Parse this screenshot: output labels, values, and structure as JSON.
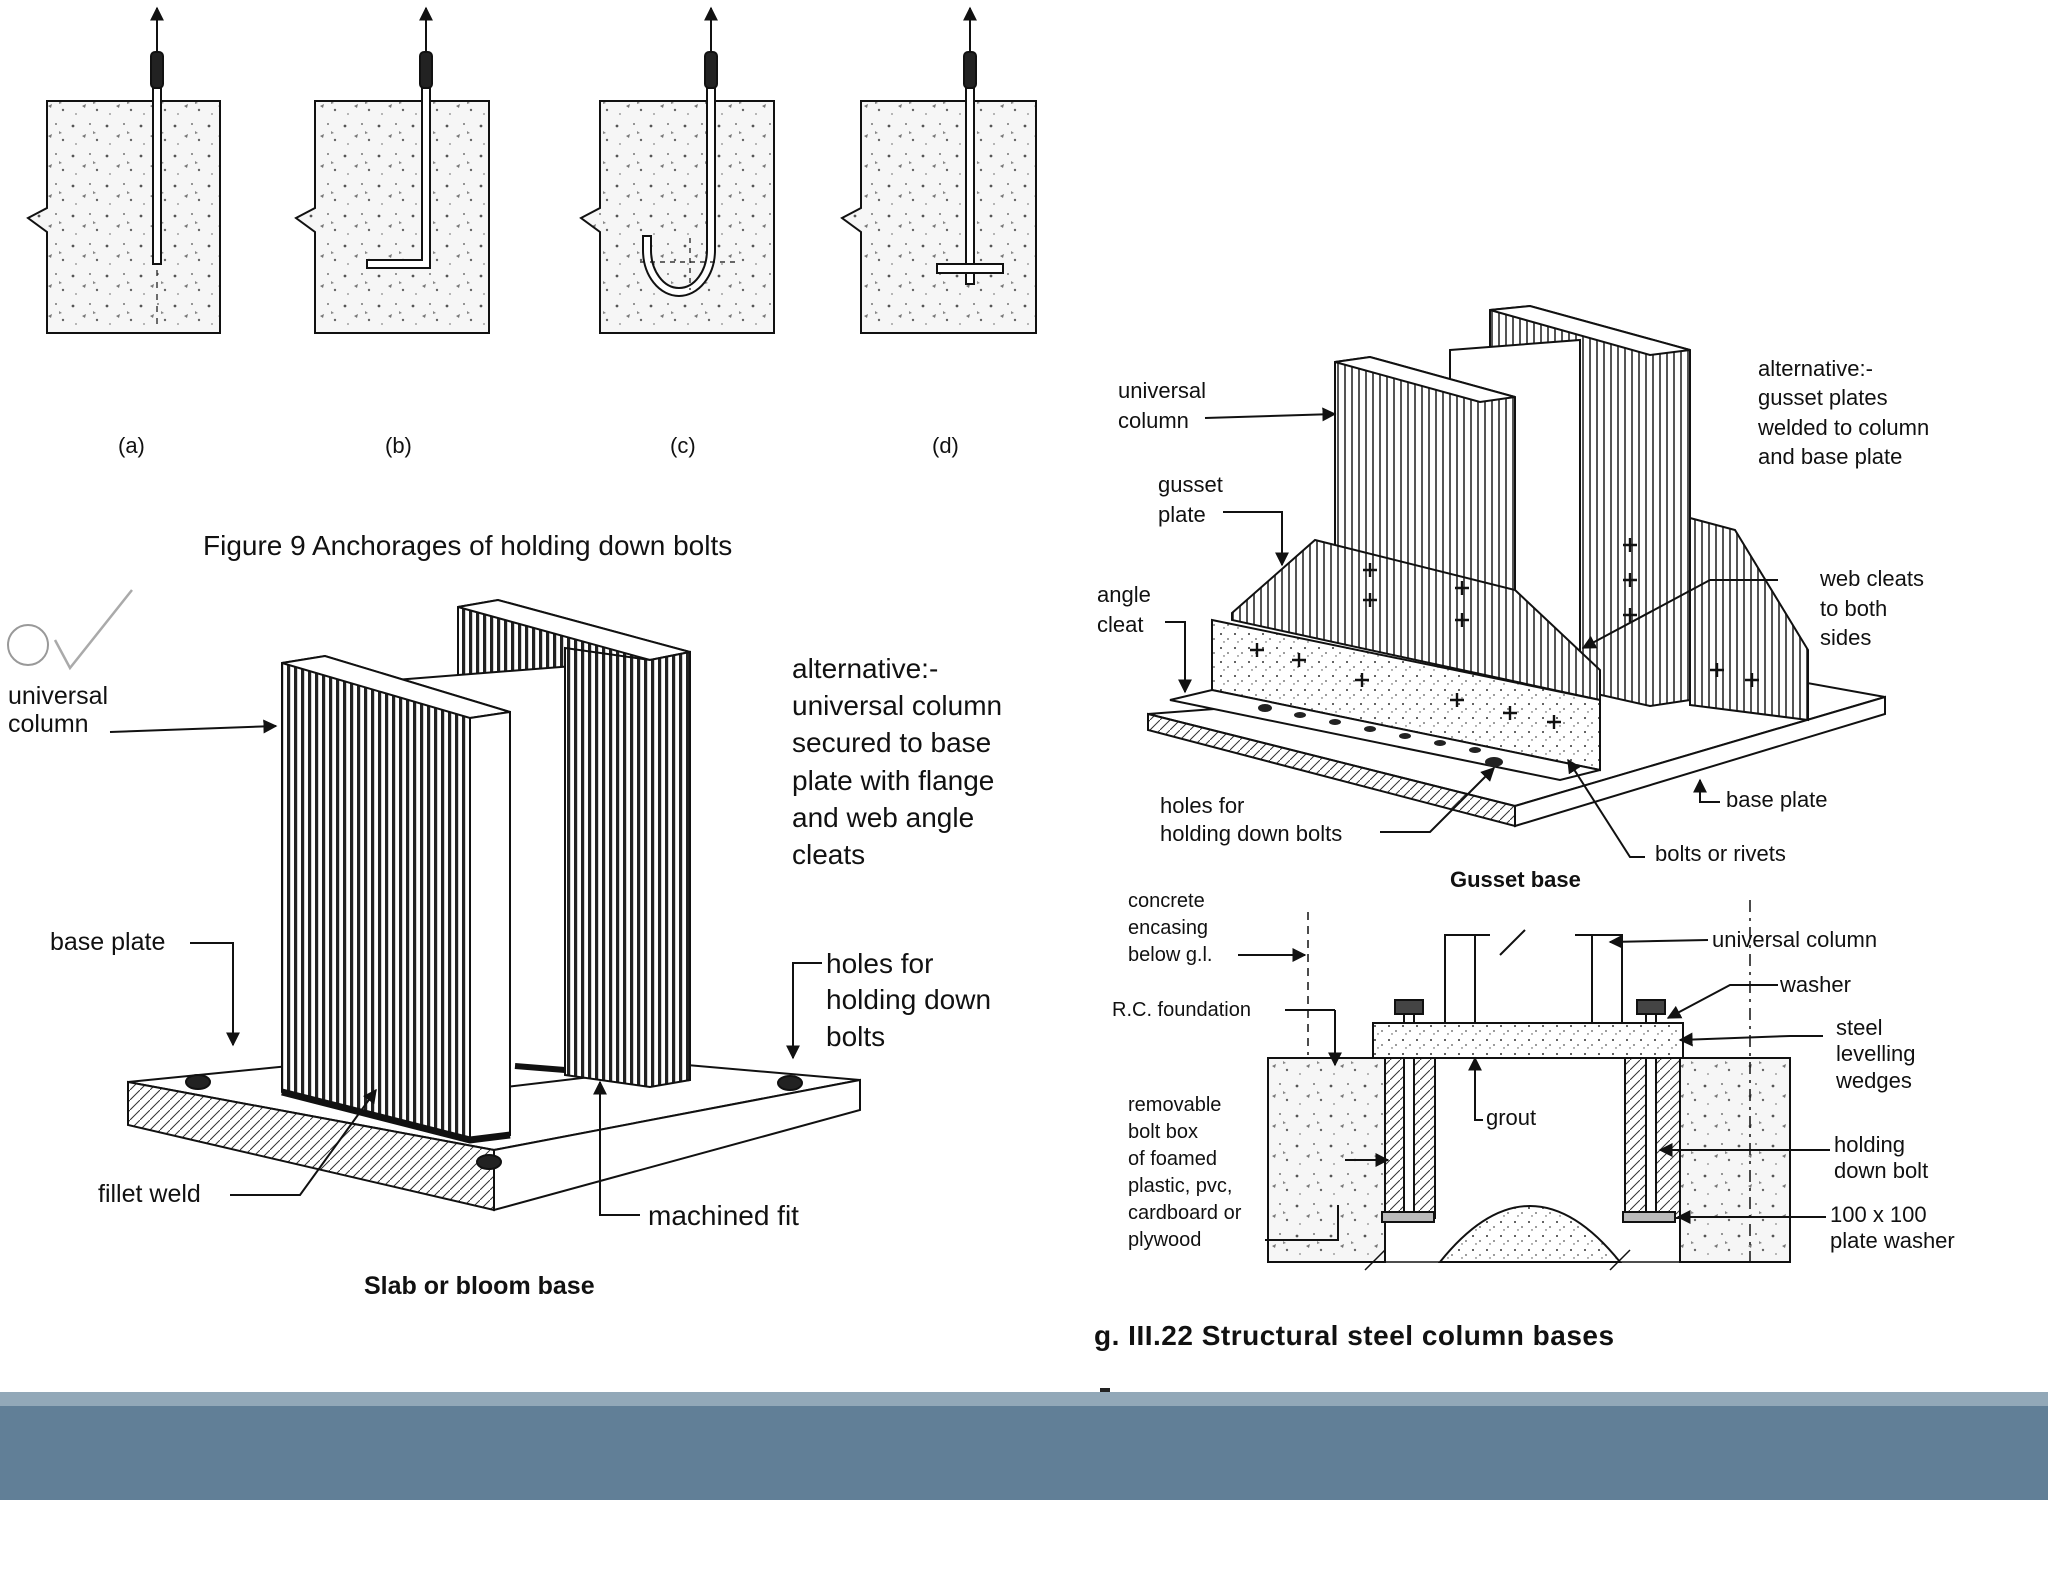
{
  "figure9": {
    "panels": [
      "(a)",
      "(b)",
      "(c)",
      "(d)"
    ],
    "caption": "Figure 9  Anchorages of holding down bolts"
  },
  "slab_base": {
    "labels": {
      "universal_column": "universal\ncolumn",
      "alternative": "alternative:-\nuniversal column\nsecured to base\nplate with flange\nand web angle\ncleats",
      "base_plate": "base plate",
      "holes": "holes for\nholding down\nbolts",
      "fillet_weld": "fillet weld",
      "machined_fit": "machined fit"
    },
    "title": "Slab or bloom base"
  },
  "gusset_base": {
    "labels": {
      "universal_column": "universal\ncolumn",
      "alternative": "alternative:-\ngusset plates\nwelded to column\nand base plate",
      "gusset_plate": "gusset\nplate",
      "angle_cleat": "angle\ncleat",
      "web_cleats": "web cleats\nto both\nsides",
      "holes": "holes for\nholding down bolts",
      "base_plate": "base plate",
      "bolts_or_rivets": "bolts or rivets"
    },
    "title": "Gusset base"
  },
  "section": {
    "labels": {
      "concrete_encasing": "concrete\nencasing\nbelow g.l.",
      "universal_column": "universal column",
      "washer": "washer",
      "rc_foundation": "R.C. foundation",
      "levelling_wedges": "steel\nlevelling\nwedges",
      "grout": "grout",
      "bolt_box": "removable\nbolt box\nof foamed\nplastic, pvc,\ncardboard or\nplywood",
      "holding_down_bolt": "holding\ndown bolt",
      "plate_washer": "100 x 100\nplate washer"
    }
  },
  "figure_caption": "g. III.22  Structural steel column bases",
  "colors": {
    "footer_band": "#617f97",
    "footer_stripe": "#92a8b8",
    "ink": "#111111",
    "concrete": "#f4f4f4",
    "section_fill": "#d9d9d9"
  }
}
